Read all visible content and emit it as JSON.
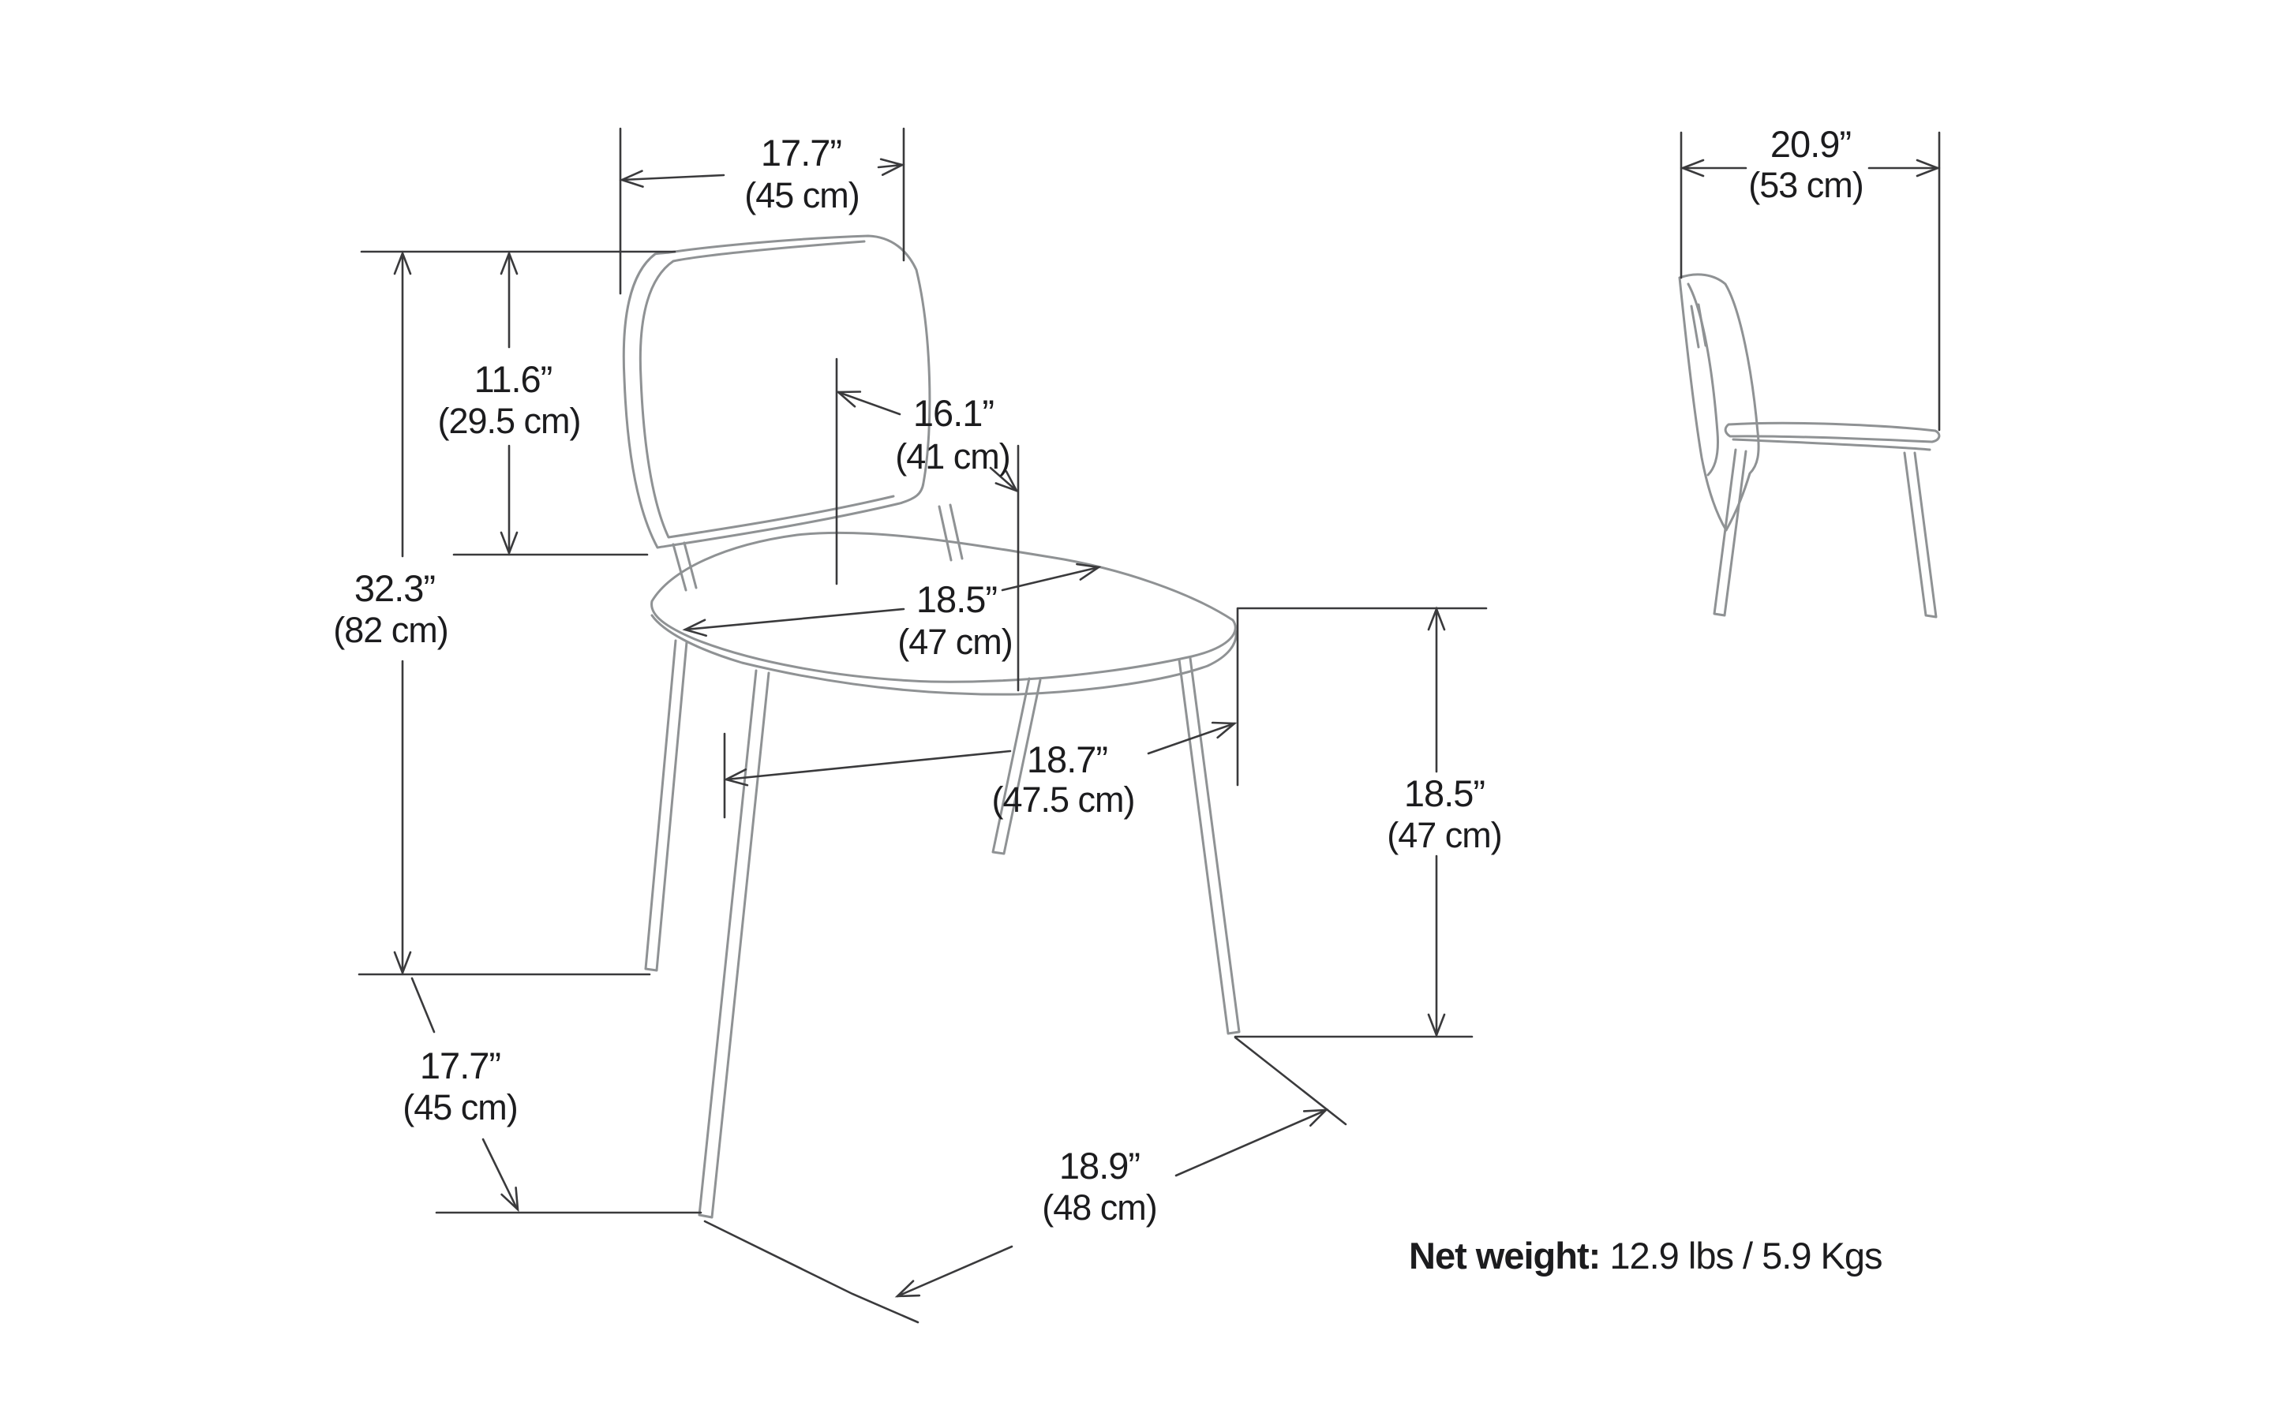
{
  "figure": {
    "type": "furniture-dimension-diagram",
    "subject": "dining chair line drawing, front three-quarter view and side view",
    "background": "#ffffff",
    "outline_color": "#8f9294",
    "dimension_color": "#3a3a3c",
    "text_color": "#1c1c1e"
  },
  "dims": {
    "back_width": {
      "in": "17.7”",
      "cm": "(45 cm)"
    },
    "back_height": {
      "in": "11.6”",
      "cm": "(29.5 cm)"
    },
    "back_diagonal": {
      "in": "16.1”",
      "cm": "(41 cm)"
    },
    "overall_height": {
      "in": "32.3”",
      "cm": "(82 cm)"
    },
    "seat_width": {
      "in": "18.5”",
      "cm": "(47 cm)"
    },
    "seat_depth": {
      "in": "18.7”",
      "cm": "(47.5 cm)"
    },
    "seat_height": {
      "in": "18.5”",
      "cm": "(47 cm)"
    },
    "leg_spread": {
      "in": "17.7”",
      "cm": "(45 cm)"
    },
    "base_depth": {
      "in": "18.9”",
      "cm": "(48 cm)"
    },
    "side_depth": {
      "in": "20.9”",
      "cm": "(53 cm)"
    }
  },
  "net_weight": {
    "label": "Net weight:",
    "value": " 12.9 lbs / 5.9 Kgs"
  }
}
